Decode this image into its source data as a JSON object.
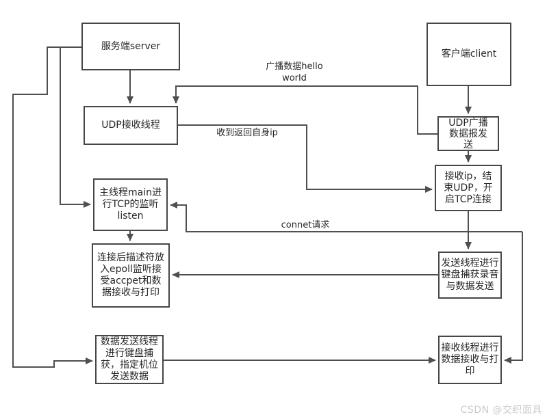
{
  "diagram": {
    "nodes": {
      "server": {
        "label": "服务端server"
      },
      "udp_recv_thread": {
        "label": "UDP接收线程"
      },
      "client": {
        "label": "客户端client"
      },
      "udp_broadcast": {
        "label": "UDP广播\n数据报发\n送"
      },
      "recv_ip": {
        "label": "接收ip，结\n束UDP，开\n启TCP连接"
      },
      "main_listen": {
        "label": "主线程main进\n行TCP的监听\nlisten"
      },
      "epoll": {
        "label": "连接后描述符放\n入epoll监听接\n受accpet和数\n据接收与打印"
      },
      "send_thread": {
        "label": "发送线程进行\n键盘捕获录音\n与数据发送"
      },
      "data_send_thread": {
        "label": "数据发送线程\n进行键盘捕\n获，指定机位\n发送数据"
      },
      "recv_thread": {
        "label": "接收线程进行\n数据接收与打\n印"
      }
    },
    "edge_labels": {
      "broadcast": "广播数据hello\nworld",
      "reply_ip": "收到返回自身ip",
      "connect": "connet请求"
    },
    "watermark": "CSDN @交织面具",
    "colors": {
      "line": "#4f4f4f",
      "node_border": "#464646",
      "text": "#262626",
      "watermark": "#cbcbcb",
      "background": "#ffffff"
    }
  }
}
